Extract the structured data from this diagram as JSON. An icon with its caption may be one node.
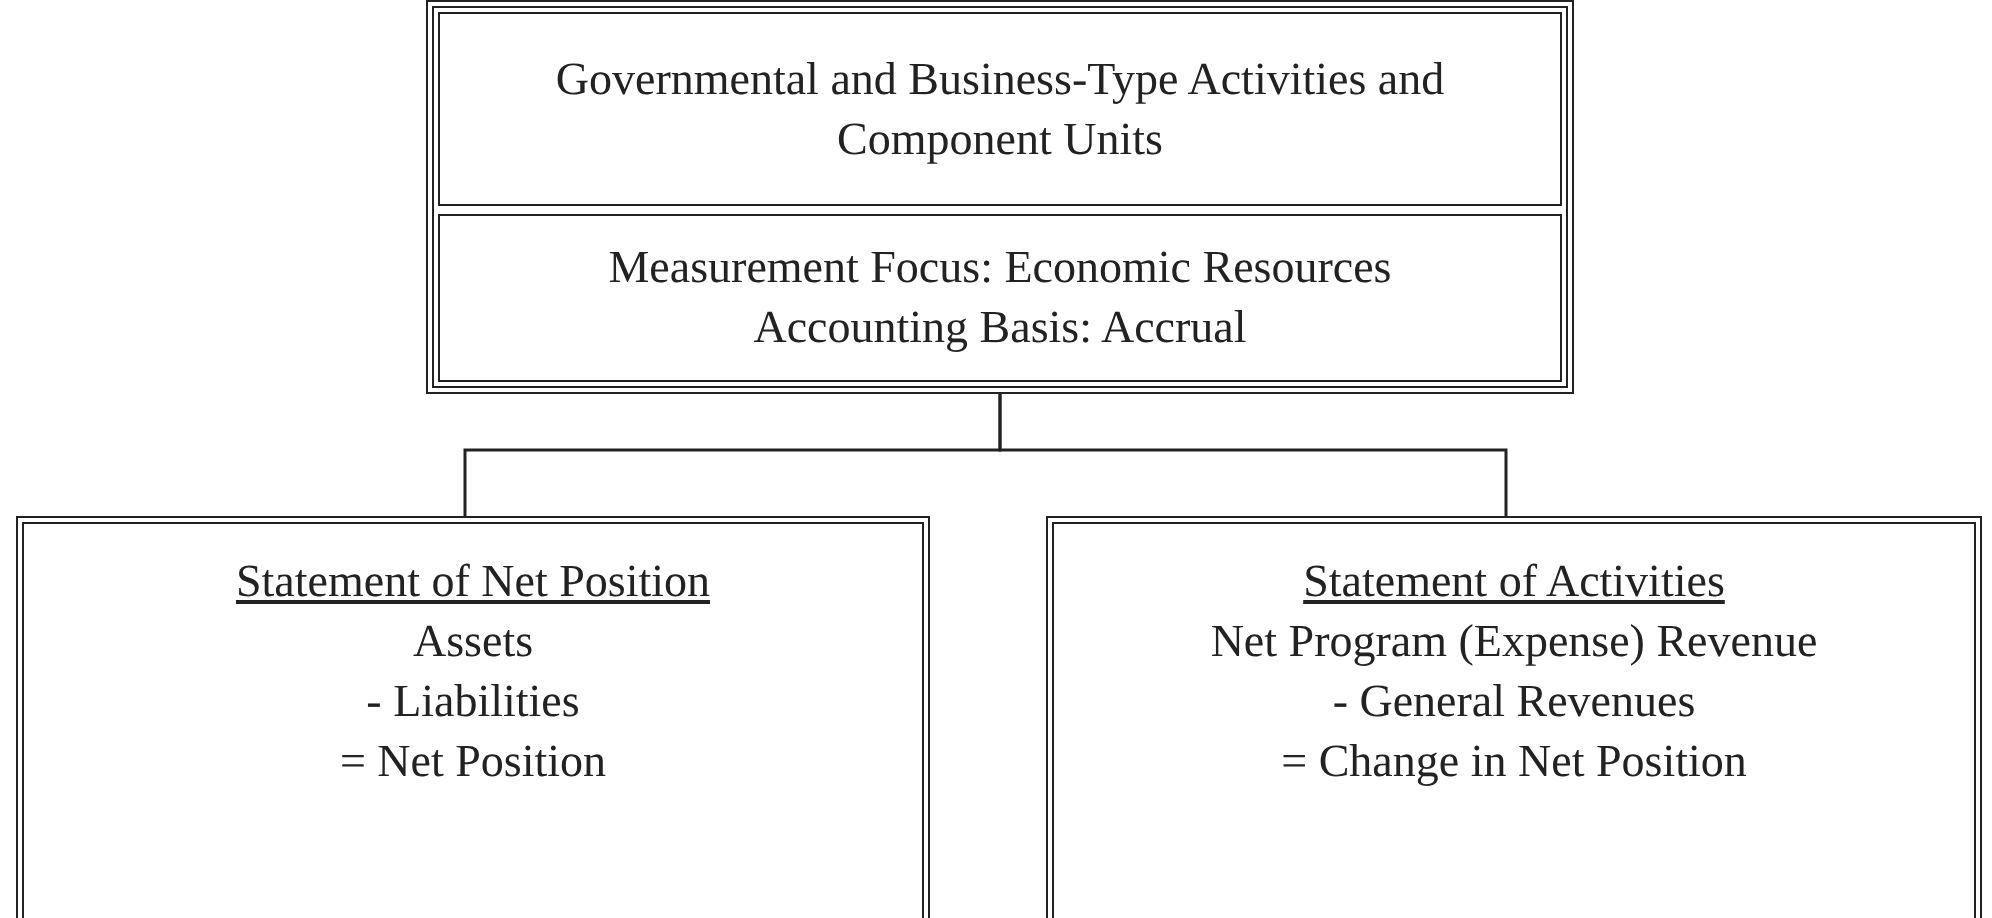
{
  "diagram": {
    "nodes": [
      {
        "text": [],
        "shape": "box"
      },
      {
        "text": [
          "Governmental and Business-Type Activities and Component Units"
        ],
        "in": 0
      },
      {
        "text": [
          "Measurement Focus:  Economic Resources",
          "Accounting Basis: Accrual"
        ],
        "in": 0
      },
      {
        "text": [
          "Statement of Net Position",
          "Assets",
          "- Liabilities",
          "= Net Position"
        ]
      },
      {
        "text": [
          "Statement of Activities",
          "Net Program (Expense) Revenue",
          "- General Revenues",
          "= Change in Net Position"
        ]
      }
    ],
    "edges": [
      {
        "from": 0,
        "to": 3,
        "arrow": "none"
      },
      {
        "from": 0,
        "to": 4,
        "arrow": "none"
      }
    ]
  }
}
